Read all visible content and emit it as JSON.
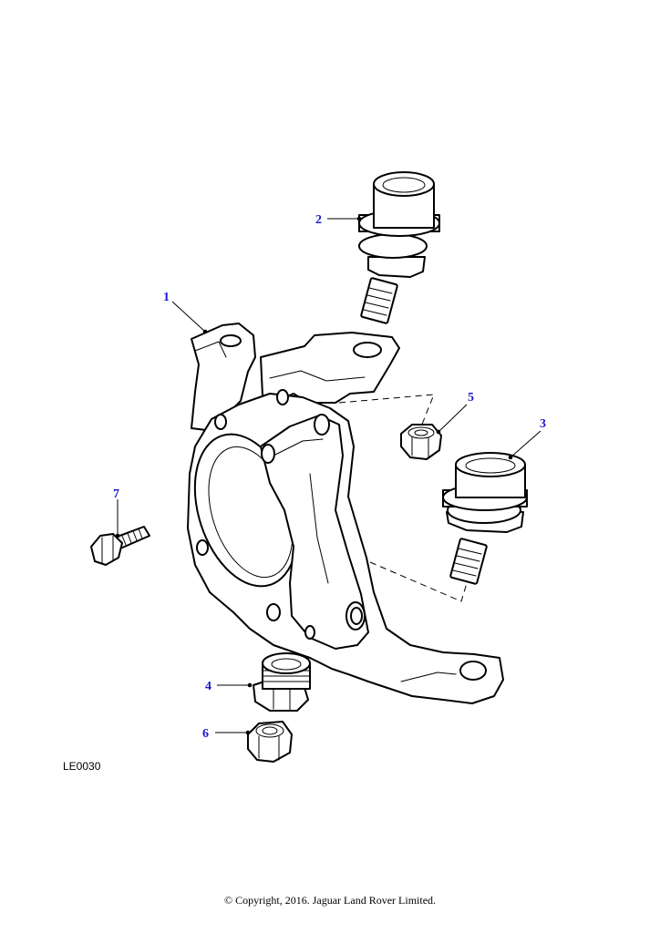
{
  "diagram": {
    "reference_code": "LE0030",
    "copyright": "© Copyright, 2016. Jaguar Land Rover Limited.",
    "callout_color": "#1a1acc",
    "line_color": "#000000",
    "callouts": [
      {
        "id": "1",
        "label": "1"
      },
      {
        "id": "2",
        "label": "2"
      },
      {
        "id": "3",
        "label": "3"
      },
      {
        "id": "4",
        "label": "4"
      },
      {
        "id": "5",
        "label": "5"
      },
      {
        "id": "6",
        "label": "6"
      },
      {
        "id": "7",
        "label": "7"
      }
    ]
  }
}
